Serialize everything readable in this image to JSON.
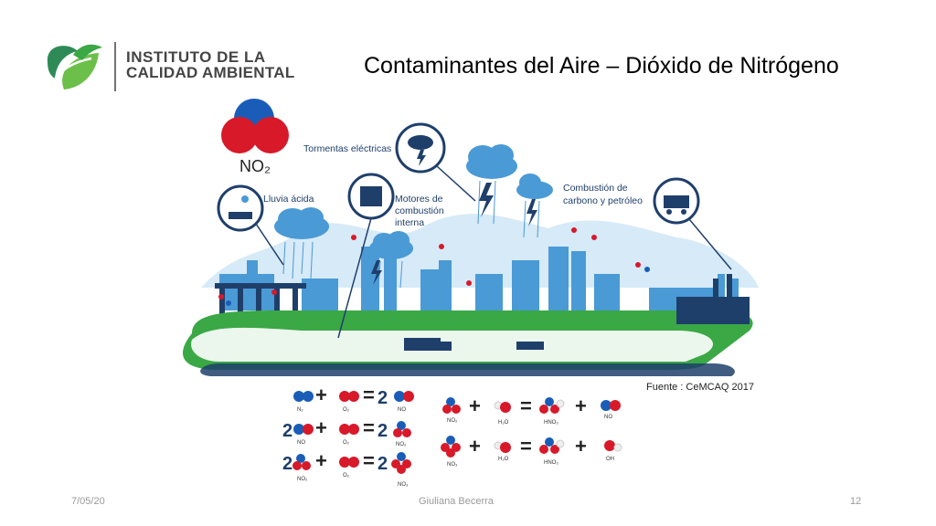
{
  "header": {
    "org_line1": "INSTITUTO DE LA",
    "org_line2": "CALIDAD AMBIENTAL",
    "title": "Contaminantes del Aire – Dióxido de Nitrógeno",
    "logo_icon": "leaf-logo-icon",
    "logo_color": "#3aa845"
  },
  "illustration": {
    "molecule_label": "NO₂",
    "labels": {
      "storms": "Tormentas eléctricas",
      "acid_rain": "Lluvia ácida",
      "engines_l1": "Motores de",
      "engines_l2": "combustión",
      "engines_l3": "interna",
      "combustion_l1": "Combustión de",
      "combustion_l2": "carbono y petróleo"
    },
    "source": "Fuente : CeMCAQ 2017",
    "colors": {
      "navy": "#1f3f6b",
      "green": "#3aa845",
      "sky": "#4a9ad6",
      "red": "#d7192a",
      "blue": "#1a5db8"
    }
  },
  "equations": {
    "coef": "2",
    "left": [
      {
        "a": "N₂",
        "b": "O₂",
        "p": "NO"
      },
      {
        "a": "NO",
        "b": "O₂",
        "p": "NO₂"
      },
      {
        "a": "NO₂",
        "b": "O₂",
        "p": "NO₃"
      }
    ],
    "right": [
      {
        "a": "NO₂",
        "b": "H₂O",
        "p1": "HNO₃",
        "p2": "NO"
      },
      {
        "a": "NO₃",
        "b": "H₂O",
        "p1": "HNO₃",
        "p2": "OH"
      }
    ]
  },
  "footer": {
    "date": "7/05/20",
    "author": "Giuliana Becerra",
    "page": "12"
  }
}
